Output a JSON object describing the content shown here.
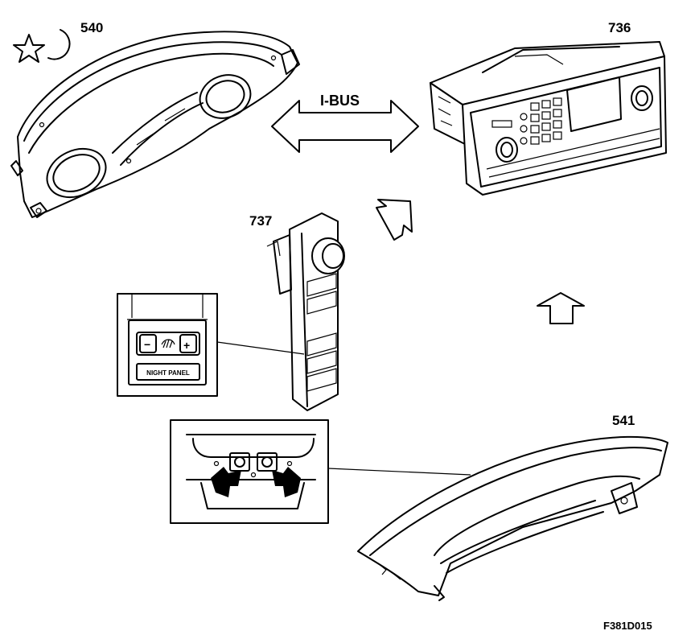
{
  "diagram": {
    "bus_label": "I-BUS",
    "figure_code": "F381D015",
    "components": {
      "main_instrument": {
        "number": "540"
      },
      "control_unit": {
        "number": "736"
      },
      "switch_unit": {
        "number": "737"
      },
      "display_unit": {
        "number": "541"
      }
    },
    "switch_detail": {
      "minus": "−",
      "plus": "+",
      "night_panel_label": "NIGHT PANEL"
    },
    "icons": [
      "star-icon",
      "moon-icon",
      "dimmer-icon"
    ]
  }
}
